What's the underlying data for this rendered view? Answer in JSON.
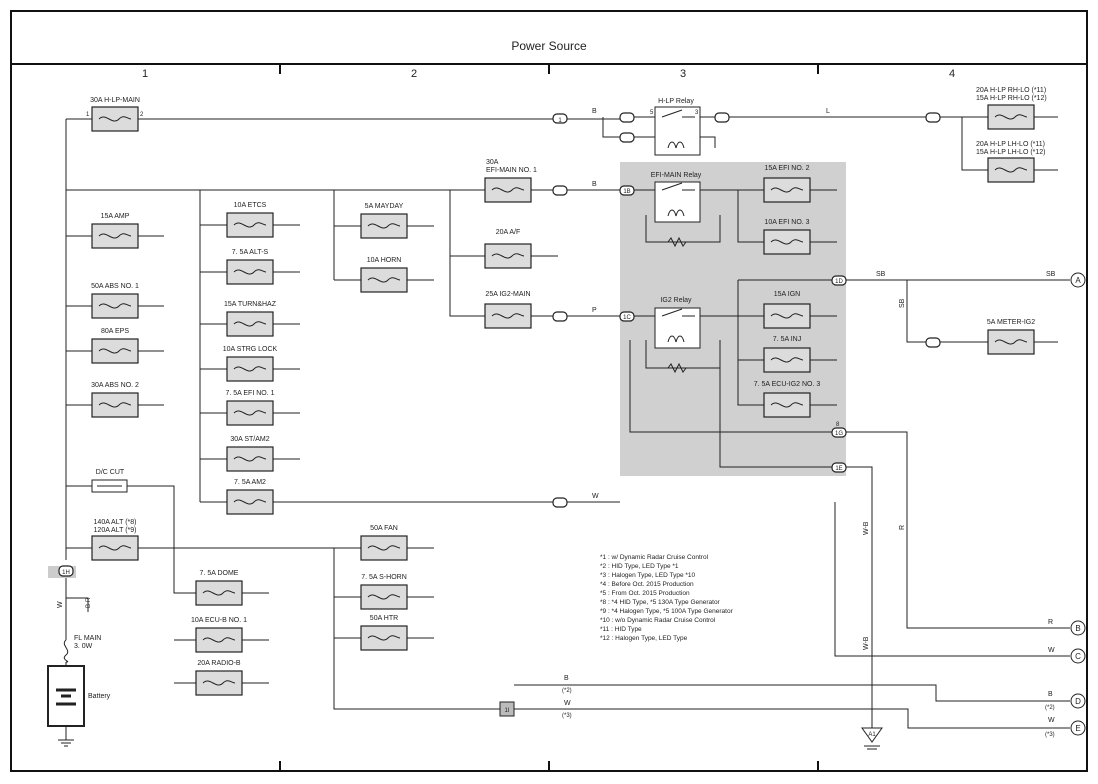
{
  "title": "Power Source",
  "columns": [
    "1",
    "2",
    "3",
    "4"
  ],
  "fuses": {
    "hlp_main": "30A H-LP-MAIN",
    "amp": "15A AMP",
    "abs1": "50A ABS NO. 1",
    "eps": "80A EPS",
    "abs2": "30A ABS NO. 2",
    "dc_cut": "D/C CUT",
    "alt_a": "140A ALT (*8)",
    "alt_b": "120A ALT (*9)",
    "etcs": "10A ETCS",
    "alts": "7. 5A ALT-S",
    "turn": "15A TURN&HAZ",
    "strg": "10A STRG LOCK",
    "efi1": "7. 5A EFI NO. 1",
    "stam2": "30A ST/AM2",
    "am2": "7. 5A AM2",
    "dome": "7. 5A DOME",
    "ecub": "10A ECU-B NO. 1",
    "radio": "20A RADIO-B",
    "mayday": "5A MAYDAY",
    "horn": "10A HORN",
    "fan": "50A FAN",
    "shorn": "7. 5A S-HORN",
    "htr": "50A HTR",
    "efimain_a": "30A",
    "efimain_b": "EFI-MAIN NO. 1",
    "af": "20A A/F",
    "ig2main": "25A IG2-MAIN",
    "efi2": "15A EFI NO. 2",
    "efi3": "10A EFI NO. 3",
    "ign": "15A IGN",
    "inj": "7. 5A INJ",
    "ecuig2": "7. 5A ECU-IG2 NO. 3",
    "rh_a": "20A H-LP RH-LO (*11)",
    "rh_b": "15A H-LP RH-LO (*12)",
    "lh_a": "20A H-LP LH-LO (*11)",
    "lh_b": "15A H-LP LH-LO (*12)",
    "meter": "5A METER-IG2",
    "fl_a": "FL MAIN",
    "fl_b": "3. 0W"
  },
  "relays": {
    "hlp": "H-LP Relay",
    "efimain": "EFI-MAIN Relay",
    "ig2": "IG2 Relay"
  },
  "battery": "Battery",
  "wires": {
    "B": "B",
    "L": "L",
    "P": "P",
    "W": "W",
    "SB": "SB",
    "R": "R",
    "WB": "W-B",
    "BR": "B-R"
  },
  "wire_notes": {
    "n2": "(*2)",
    "n3": "(*3)"
  },
  "pins": {
    "p1": "1",
    "p2": "2",
    "p3": "3",
    "p5": "5",
    "p8": "8"
  },
  "connectors": {
    "c1": "1",
    "c1b": "1B",
    "c1c": "1C",
    "c1d": "1D",
    "c1e": "1E",
    "c1g": "1G",
    "c1h": "1H",
    "c1i": "1I",
    "a1": "A1"
  },
  "terminals": [
    "A",
    "B",
    "C",
    "D",
    "E"
  ],
  "notes": [
    "*1 : w/ Dynamic Radar Cruise Control",
    "*2 : HID Type, LED Type *1",
    "*3 : Halogen Type, LED Type *10",
    "*4 : Before Oct. 2015 Production",
    "*5 : From Oct. 2015 Production",
    "*8 : *4 HID Type, *5 130A Type Generator",
    "*9 : *4 Halogen Type, *5 100A Type Generator",
    "*10 : w/o Dynamic Radar Cruise Control",
    "*11 : HID Type",
    "*12 : Halogen Type, LED Type"
  ],
  "colors": {
    "line": "#222222",
    "shade": "#d0d0d0",
    "fuse_fill": "#dcdcdc"
  }
}
